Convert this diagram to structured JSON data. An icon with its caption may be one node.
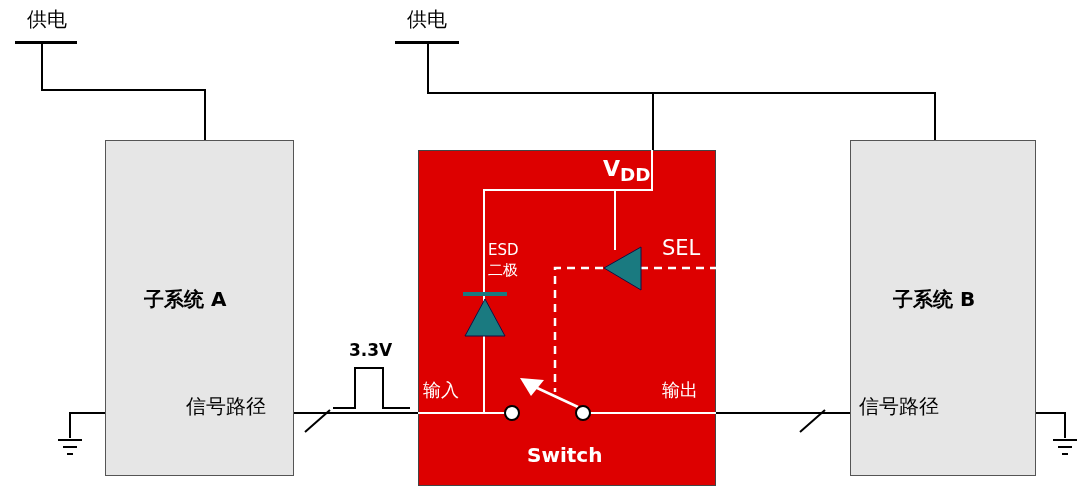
{
  "diagram": {
    "nodes": [
      {
        "text": [
          "供电"
        ]
      },
      {
        "text": [
          "子系统 A",
          "信号路径"
        ]
      },
      {
        "text": [
          "供电"
        ]
      },
      {
        "text": [
          "Switch"
        ]
      },
      {
        "text": [
          "子系统 B",
          "信号路径"
        ]
      },
      {
        "text": [],
        "shape": "ground"
      },
      {
        "text": [],
        "shape": "ground"
      }
    ],
    "edges": [
      {
        "from": 0,
        "to": 1,
        "arrow": "none"
      },
      {
        "from": 2,
        "to": 3,
        "arrow": "none"
      },
      {
        "from": 2,
        "to": 4,
        "arrow": "none"
      },
      {
        "from": 1,
        "to": 3,
        "arrow": "none"
      },
      {
        "from": 3,
        "to": 4,
        "arrow": "none"
      },
      {
        "from": 1,
        "to": 5,
        "arrow": "none"
      },
      {
        "from": 4,
        "to": 6,
        "arrow": "none"
      }
    ],
    "labels": [
      "V$_{DD}$",
      "SEL",
      "ESD 二极",
      "3.3V",
      "输入",
      "输出"
    ]
  }
}
